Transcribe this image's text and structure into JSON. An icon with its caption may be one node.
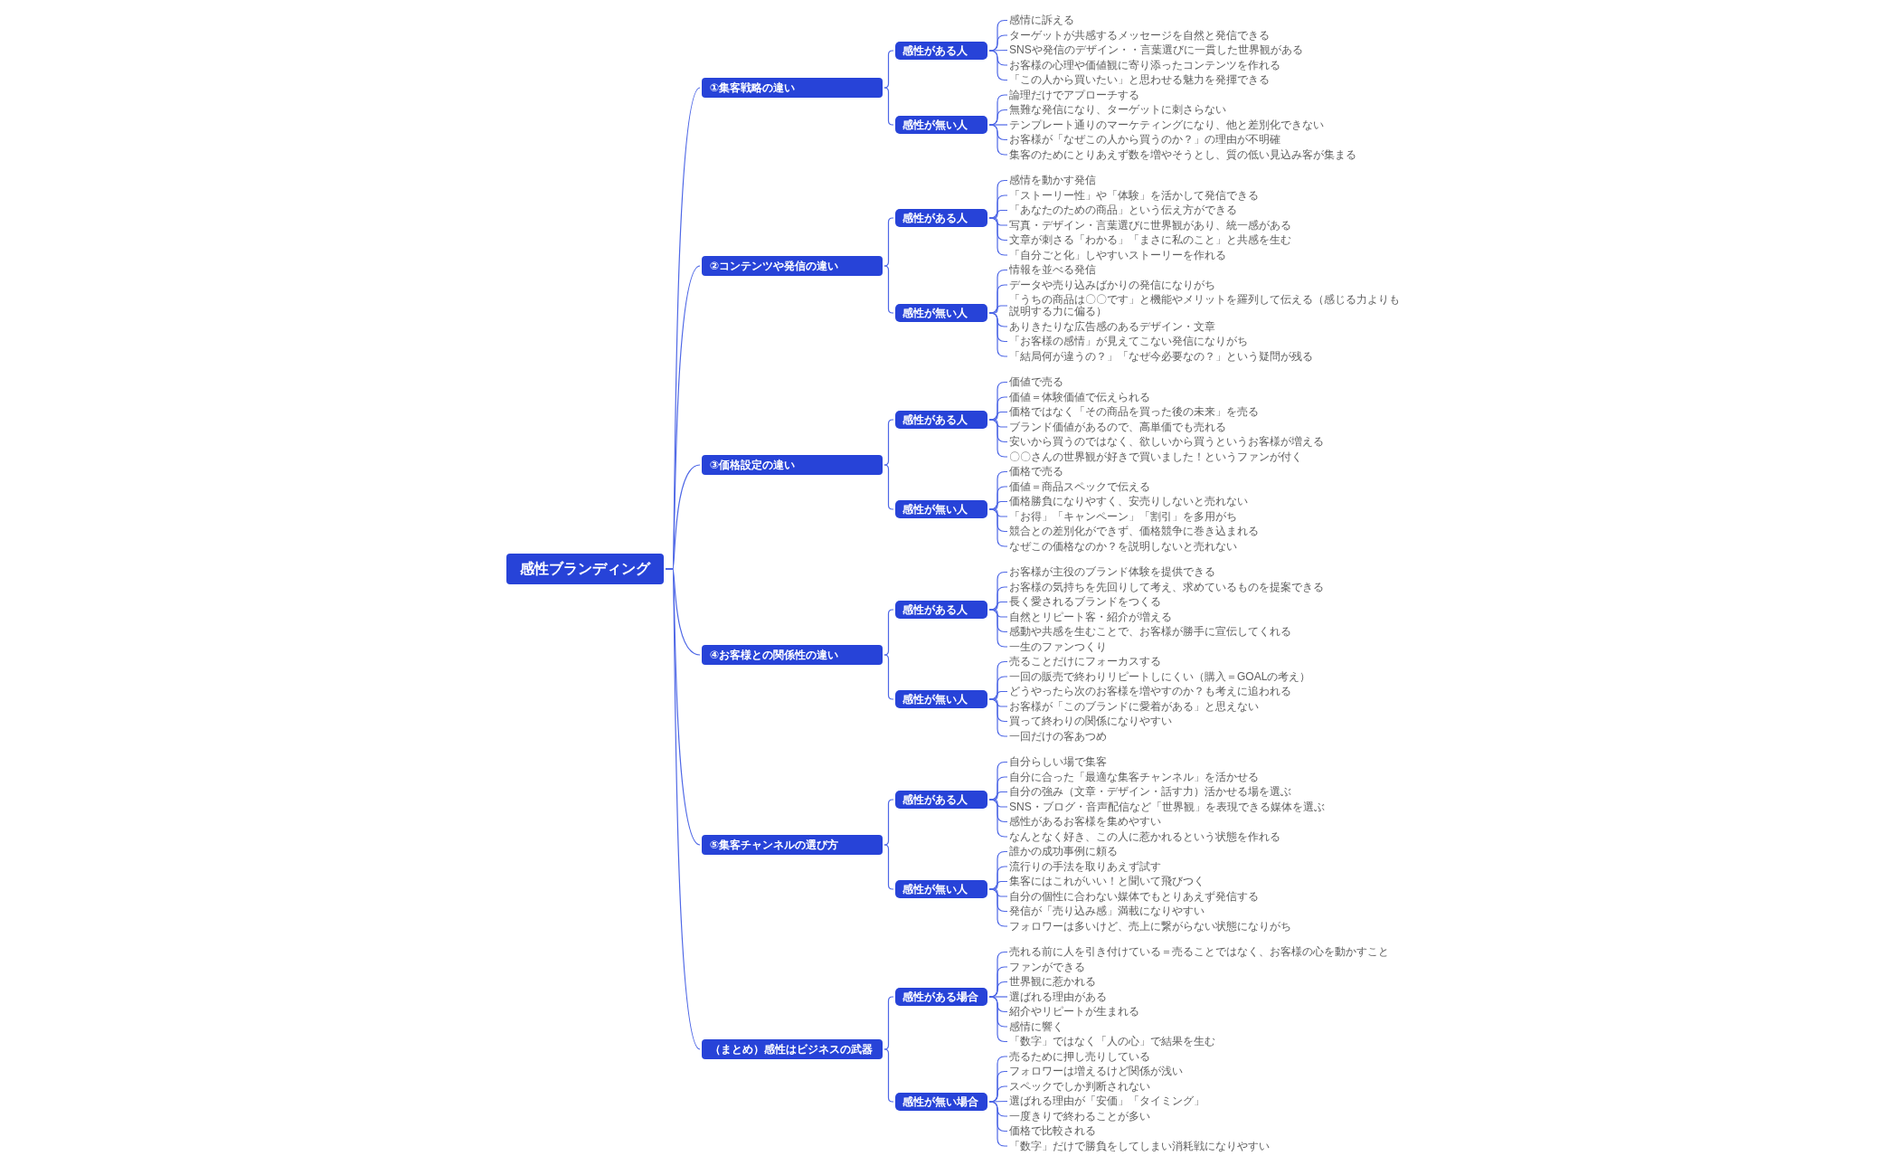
{
  "diagram": {
    "nodes": [
      {
        "text": [
          "感性ブランディング"
        ]
      },
      {
        "text": [
          "①集客戦略の違い"
        ]
      },
      {
        "text": [
          "感性がある人"
        ]
      },
      {
        "text": [
          "感情に訴える"
        ]
      },
      {
        "text": [
          "ターゲットが共感するメッセージを自然と発信できる"
        ]
      },
      {
        "text": [
          "SNSや発信のデザイン・・言葉選びに一貫した世界観がある"
        ]
      },
      {
        "text": [
          "お客様の心理や価値観に寄り添ったコンテンツを作れる"
        ]
      },
      {
        "text": [
          "「この人から買いたい」と思わせる魅力を発揮できる"
        ]
      },
      {
        "text": [
          "感性が無い人"
        ]
      },
      {
        "text": [
          "論理だけでアプローチする"
        ]
      },
      {
        "text": [
          "無難な発信になり、ターゲットに刺さらない"
        ]
      },
      {
        "text": [
          "テンプレート通りのマーケティングになり、他と差別化できない"
        ]
      },
      {
        "text": [
          "お客様が「なぜこの人から買うのか？」の理由が不明確"
        ]
      },
      {
        "text": [
          "集客のためにとりあえず数を増やそうとし、質の低い見込み客が集まる"
        ]
      },
      {
        "text": [
          "②コンテンツや発信の違い"
        ]
      },
      {
        "text": [
          "感性がある人"
        ]
      },
      {
        "text": [
          "感情を動かす発信"
        ]
      },
      {
        "text": [
          "「ストーリー性」や「体験」を活かして発信できる"
        ]
      },
      {
        "text": [
          "「あなたのための商品」という伝え方ができる"
        ]
      },
      {
        "text": [
          "写真・デザイン・言葉選びに世界観があり、統一感がある"
        ]
      },
      {
        "text": [
          "文章が刺さる「わかる」「まさに私のこと」と共感を生む"
        ]
      },
      {
        "text": [
          "「自分ごと化」しやすいストーリーを作れる"
        ]
      },
      {
        "text": [
          "感性が無い人"
        ]
      },
      {
        "text": [
          "情報を並べる発信"
        ]
      },
      {
        "text": [
          "データや売り込みばかりの発信になりがち"
        ]
      },
      {
        "text": [
          "「うちの商品は〇〇です」と機能やメリットを羅列して伝える（感じる力よりも説明する力に偏る）"
        ]
      },
      {
        "text": [
          "ありきたりな広告感のあるデザイン・文章"
        ]
      },
      {
        "text": [
          "「お客様の感情」が見えてこない発信になりがち"
        ]
      },
      {
        "text": [
          "「結局何が違うの？」「なぜ今必要なの？」という疑問が残る"
        ]
      },
      {
        "text": [
          "③価格設定の違い"
        ]
      },
      {
        "text": [
          "感性がある人"
        ]
      },
      {
        "text": [
          "価値で売る"
        ]
      },
      {
        "text": [
          "価値＝体験価値で伝えられる"
        ]
      },
      {
        "text": [
          "価格ではなく「その商品を買った後の未来」を売る"
        ]
      },
      {
        "text": [
          "ブランド価値があるので、高単価でも売れる"
        ]
      },
      {
        "text": [
          "安いから買うのではなく、欲しいから買うというお客様が増える"
        ]
      },
      {
        "text": [
          "〇〇さんの世界観が好きで買いました！というファンが付く"
        ]
      },
      {
        "text": [
          "感性が無い人"
        ]
      },
      {
        "text": [
          "価格で売る"
        ]
      },
      {
        "text": [
          "価値＝商品スペックで伝える"
        ]
      },
      {
        "text": [
          "価格勝負になりやすく、安売りしないと売れない"
        ]
      },
      {
        "text": [
          "「お得」「キャンペーン」「割引」を多用がち"
        ]
      },
      {
        "text": [
          "競合との差別化ができず、価格競争に巻き込まれる"
        ]
      },
      {
        "text": [
          "なぜこの価格なのか？を説明しないと売れない"
        ]
      },
      {
        "text": [
          "④お客様との関係性の違い"
        ]
      },
      {
        "text": [
          "感性がある人"
        ]
      },
      {
        "text": [
          "お客様が主役のブランド体験を提供できる"
        ]
      },
      {
        "text": [
          "お客様の気持ちを先回りして考え、求めているものを提案できる"
        ]
      },
      {
        "text": [
          "長く愛されるブランドをつくる"
        ]
      },
      {
        "text": [
          "自然とリピート客・紹介が増える"
        ]
      },
      {
        "text": [
          "感動や共感を生むことで、お客様が勝手に宣伝してくれる"
        ]
      },
      {
        "text": [
          "一生のファンつくり"
        ]
      },
      {
        "text": [
          "感性が無い人"
        ]
      },
      {
        "text": [
          "売ることだけにフォーカスする"
        ]
      },
      {
        "text": [
          "一回の販売で終わりリピートしにくい（購入＝GOALの考え）"
        ]
      },
      {
        "text": [
          "どうやったら次のお客様を増やすのか？も考えに追われる"
        ]
      },
      {
        "text": [
          "お客様が「このブランドに愛着がある」と思えない"
        ]
      },
      {
        "text": [
          "買って終わりの関係になりやすい"
        ]
      },
      {
        "text": [
          "一回だけの客あつめ"
        ]
      },
      {
        "text": [
          "⑤集客チャンネルの選び方"
        ]
      },
      {
        "text": [
          "感性がある人"
        ]
      },
      {
        "text": [
          "自分らしい場で集客"
        ]
      },
      {
        "text": [
          "自分に合った「最適な集客チャンネル」を活かせる"
        ]
      },
      {
        "text": [
          "自分の強み（文章・デザイン・話す力）活かせる場を選ぶ"
        ]
      },
      {
        "text": [
          "SNS・ブログ・音声配信など「世界観」を表現できる媒体を選ぶ"
        ]
      },
      {
        "text": [
          "感性があるお客様を集めやすい"
        ]
      },
      {
        "text": [
          "なんとなく好き、この人に惹かれるという状態を作れる"
        ]
      },
      {
        "text": [
          "感性が無い人"
        ]
      },
      {
        "text": [
          "誰かの成功事例に頼る"
        ]
      },
      {
        "text": [
          "流行りの手法を取りあえず試す"
        ]
      },
      {
        "text": [
          "集客にはこれがいい！と聞いて飛びつく"
        ]
      },
      {
        "text": [
          "自分の個性に合わない媒体でもとりあえず発信する"
        ]
      },
      {
        "text": [
          "発信が「売り込み感」満載になりやすい"
        ]
      },
      {
        "text": [
          "フォロワーは多いけど、売上に繋がらない状態になりがち"
        ]
      },
      {
        "text": [
          "（まとめ）感性はビジネスの武器"
        ]
      },
      {
        "text": [
          "感性がある場合"
        ]
      },
      {
        "text": [
          "売れる前に人を引き付けている＝売ることではなく、お客様の心を動かすこと"
        ]
      },
      {
        "text": [
          "ファンができる"
        ]
      },
      {
        "text": [
          "世界観に惹かれる"
        ]
      },
      {
        "text": [
          "選ばれる理由がある"
        ]
      },
      {
        "text": [
          "紹介やリピートが生まれる"
        ]
      },
      {
        "text": [
          "感情に響く"
        ]
      },
      {
        "text": [
          "「数字」ではなく「人の心」で結果を生む"
        ]
      },
      {
        "text": [
          "感性が無い場合"
        ]
      },
      {
        "text": [
          "売るために押し売りしている"
        ]
      },
      {
        "text": [
          "フォロワーは増えるけど関係が浅い"
        ]
      },
      {
        "text": [
          "スペックでしか判断されない"
        ]
      },
      {
        "text": [
          "選ばれる理由が「安価」「タイミング」"
        ]
      },
      {
        "text": [
          "一度きりで終わることが多い"
        ]
      },
      {
        "text": [
          "価格で比較される"
        ]
      },
      {
        "text": [
          "「数字」だけで勝負をしてしまい消耗戦になりやすい"
        ]
      }
    ],
    "edges": [
      {
        "from": 0,
        "to": 1,
        "arrow": "none"
      },
      {
        "from": 1,
        "to": 2,
        "arrow": "none"
      },
      {
        "from": 2,
        "to": 3,
        "arrow": "none"
      },
      {
        "from": 2,
        "to": 4,
        "arrow": "none"
      },
      {
        "from": 2,
        "to": 5,
        "arrow": "none"
      },
      {
        "from": 2,
        "to": 6,
        "arrow": "none"
      },
      {
        "from": 2,
        "to": 7,
        "arrow": "none"
      },
      {
        "from": 1,
        "to": 8,
        "arrow": "none"
      },
      {
        "from": 8,
        "to": 9,
        "arrow": "none"
      },
      {
        "from": 8,
        "to": 10,
        "arrow": "none"
      },
      {
        "from": 8,
        "to": 11,
        "arrow": "none"
      },
      {
        "from": 8,
        "to": 12,
        "arrow": "none"
      },
      {
        "from": 8,
        "to": 13,
        "arrow": "none"
      },
      {
        "from": 0,
        "to": 14,
        "arrow": "none"
      },
      {
        "from": 14,
        "to": 15,
        "arrow": "none"
      },
      {
        "from": 15,
        "to": 16,
        "arrow": "none"
      },
      {
        "from": 15,
        "to": 17,
        "arrow": "none"
      },
      {
        "from": 15,
        "to": 18,
        "arrow": "none"
      },
      {
        "from": 15,
        "to": 19,
        "arrow": "none"
      },
      {
        "from": 15,
        "to": 20,
        "arrow": "none"
      },
      {
        "from": 15,
        "to": 21,
        "arrow": "none"
      },
      {
        "from": 14,
        "to": 22,
        "arrow": "none"
      },
      {
        "from": 22,
        "to": 23,
        "arrow": "none"
      },
      {
        "from": 22,
        "to": 24,
        "arrow": "none"
      },
      {
        "from": 22,
        "to": 25,
        "arrow": "none"
      },
      {
        "from": 22,
        "to": 26,
        "arrow": "none"
      },
      {
        "from": 22,
        "to": 27,
        "arrow": "none"
      },
      {
        "from": 22,
        "to": 28,
        "arrow": "none"
      },
      {
        "from": 0,
        "to": 29,
        "arrow": "none"
      },
      {
        "from": 29,
        "to": 30,
        "arrow": "none"
      },
      {
        "from": 30,
        "to": 31,
        "arrow": "none"
      },
      {
        "from": 30,
        "to": 32,
        "arrow": "none"
      },
      {
        "from": 30,
        "to": 33,
        "arrow": "none"
      },
      {
        "from": 30,
        "to": 34,
        "arrow": "none"
      },
      {
        "from": 30,
        "to": 35,
        "arrow": "none"
      },
      {
        "from": 30,
        "to": 36,
        "arrow": "none"
      },
      {
        "from": 29,
        "to": 37,
        "arrow": "none"
      },
      {
        "from": 37,
        "to": 38,
        "arrow": "none"
      },
      {
        "from": 37,
        "to": 39,
        "arrow": "none"
      },
      {
        "from": 37,
        "to": 40,
        "arrow": "none"
      },
      {
        "from": 37,
        "to": 41,
        "arrow": "none"
      },
      {
        "from": 37,
        "to": 42,
        "arrow": "none"
      },
      {
        "from": 37,
        "to": 43,
        "arrow": "none"
      },
      {
        "from": 0,
        "to": 44,
        "arrow": "none"
      },
      {
        "from": 44,
        "to": 45,
        "arrow": "none"
      },
      {
        "from": 45,
        "to": 46,
        "arrow": "none"
      },
      {
        "from": 45,
        "to": 47,
        "arrow": "none"
      },
      {
        "from": 45,
        "to": 48,
        "arrow": "none"
      },
      {
        "from": 45,
        "to": 49,
        "arrow": "none"
      },
      {
        "from": 45,
        "to": 50,
        "arrow": "none"
      },
      {
        "from": 45,
        "to": 51,
        "arrow": "none"
      },
      {
        "from": 44,
        "to": 52,
        "arrow": "none"
      },
      {
        "from": 52,
        "to": 53,
        "arrow": "none"
      },
      {
        "from": 52,
        "to": 54,
        "arrow": "none"
      },
      {
        "from": 52,
        "to": 55,
        "arrow": "none"
      },
      {
        "from": 52,
        "to": 56,
        "arrow": "none"
      },
      {
        "from": 52,
        "to": 57,
        "arrow": "none"
      },
      {
        "from": 52,
        "to": 58,
        "arrow": "none"
      },
      {
        "from": 0,
        "to": 59,
        "arrow": "none"
      },
      {
        "from": 59,
        "to": 60,
        "arrow": "none"
      },
      {
        "from": 60,
        "to": 61,
        "arrow": "none"
      },
      {
        "from": 60,
        "to": 62,
        "arrow": "none"
      },
      {
        "from": 60,
        "to": 63,
        "arrow": "none"
      },
      {
        "from": 60,
        "to": 64,
        "arrow": "none"
      },
      {
        "from": 60,
        "to": 65,
        "arrow": "none"
      },
      {
        "from": 60,
        "to": 66,
        "arrow": "none"
      },
      {
        "from": 59,
        "to": 67,
        "arrow": "none"
      },
      {
        "from": 67,
        "to": 68,
        "arrow": "none"
      },
      {
        "from": 67,
        "to": 69,
        "arrow": "none"
      },
      {
        "from": 67,
        "to": 70,
        "arrow": "none"
      },
      {
        "from": 67,
        "to": 71,
        "arrow": "none"
      },
      {
        "from": 67,
        "to": 72,
        "arrow": "none"
      },
      {
        "from": 67,
        "to": 73,
        "arrow": "none"
      },
      {
        "from": 0,
        "to": 74,
        "arrow": "none"
      },
      {
        "from": 74,
        "to": 75,
        "arrow": "none"
      },
      {
        "from": 75,
        "to": 76,
        "arrow": "none"
      },
      {
        "from": 75,
        "to": 77,
        "arrow": "none"
      },
      {
        "from": 75,
        "to": 78,
        "arrow": "none"
      },
      {
        "from": 75,
        "to": 79,
        "arrow": "none"
      },
      {
        "from": 75,
        "to": 80,
        "arrow": "none"
      },
      {
        "from": 75,
        "to": 81,
        "arrow": "none"
      },
      {
        "from": 75,
        "to": 82,
        "arrow": "none"
      },
      {
        "from": 74,
        "to": 83,
        "arrow": "none"
      },
      {
        "from": 83,
        "to": 84,
        "arrow": "none"
      },
      {
        "from": 83,
        "to": 85,
        "arrow": "none"
      },
      {
        "from": 83,
        "to": 86,
        "arrow": "none"
      },
      {
        "from": 83,
        "to": 87,
        "arrow": "none"
      },
      {
        "from": 83,
        "to": 88,
        "arrow": "none"
      },
      {
        "from": 83,
        "to": 89,
        "arrow": "none"
      },
      {
        "from": 83,
        "to": 90,
        "arrow": "none"
      }
    ]
  }
}
